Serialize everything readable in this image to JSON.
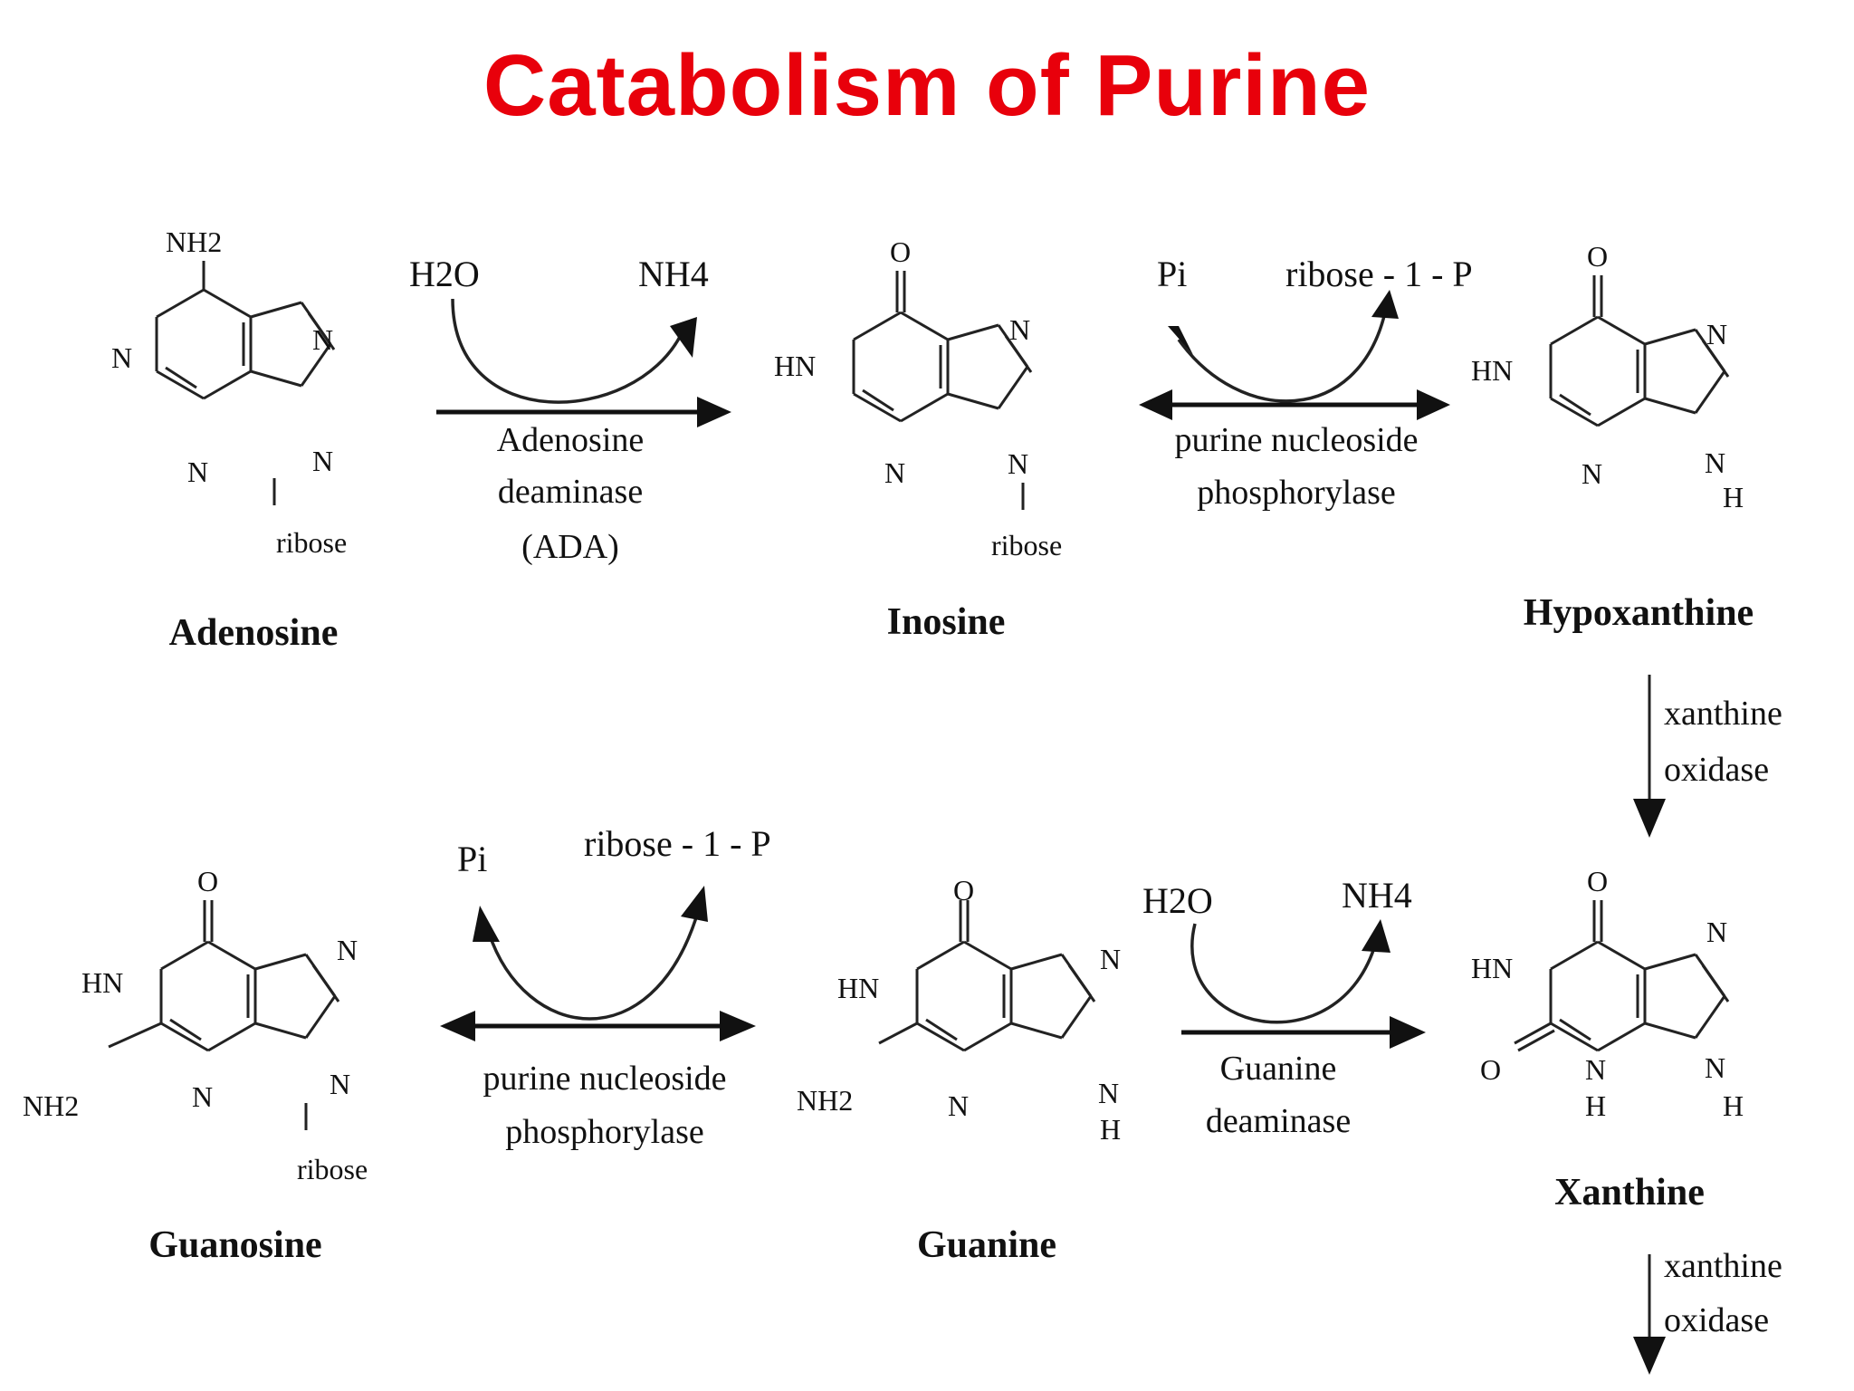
{
  "title": "Catabolism of Purine",
  "compounds": {
    "adenosine": "Adenosine",
    "inosine": "Inosine",
    "hypoxanthine": "Hypoxanthine",
    "xanthine": "Xanthine",
    "guanine": "Guanine",
    "guanosine": "Guanosine"
  },
  "atoms": {
    "nh2": "NH2",
    "n": "N",
    "hn": "HN",
    "o": "O",
    "h": "H",
    "ribose": "ribose",
    "nh2_sub": "NH2"
  },
  "cofactors": {
    "h2o": "H2O",
    "nh4": "NH4",
    "pi_top": "Pi",
    "pi_bottom": "Pi",
    "ribose1p": "ribose - 1 - P"
  },
  "enzymes": {
    "ada_1": "Adenosine",
    "ada_2": "deaminase",
    "ada_3": "(ADA)",
    "pnp_1": "purine nucleoside",
    "pnp_2": "phosphorylase",
    "xo_1": "xanthine",
    "xo_2": "oxidase",
    "gd_1": "Guanine",
    "gd_2": "deaminase"
  },
  "colors": {
    "title": "#e8000b",
    "ink": "#111111"
  }
}
